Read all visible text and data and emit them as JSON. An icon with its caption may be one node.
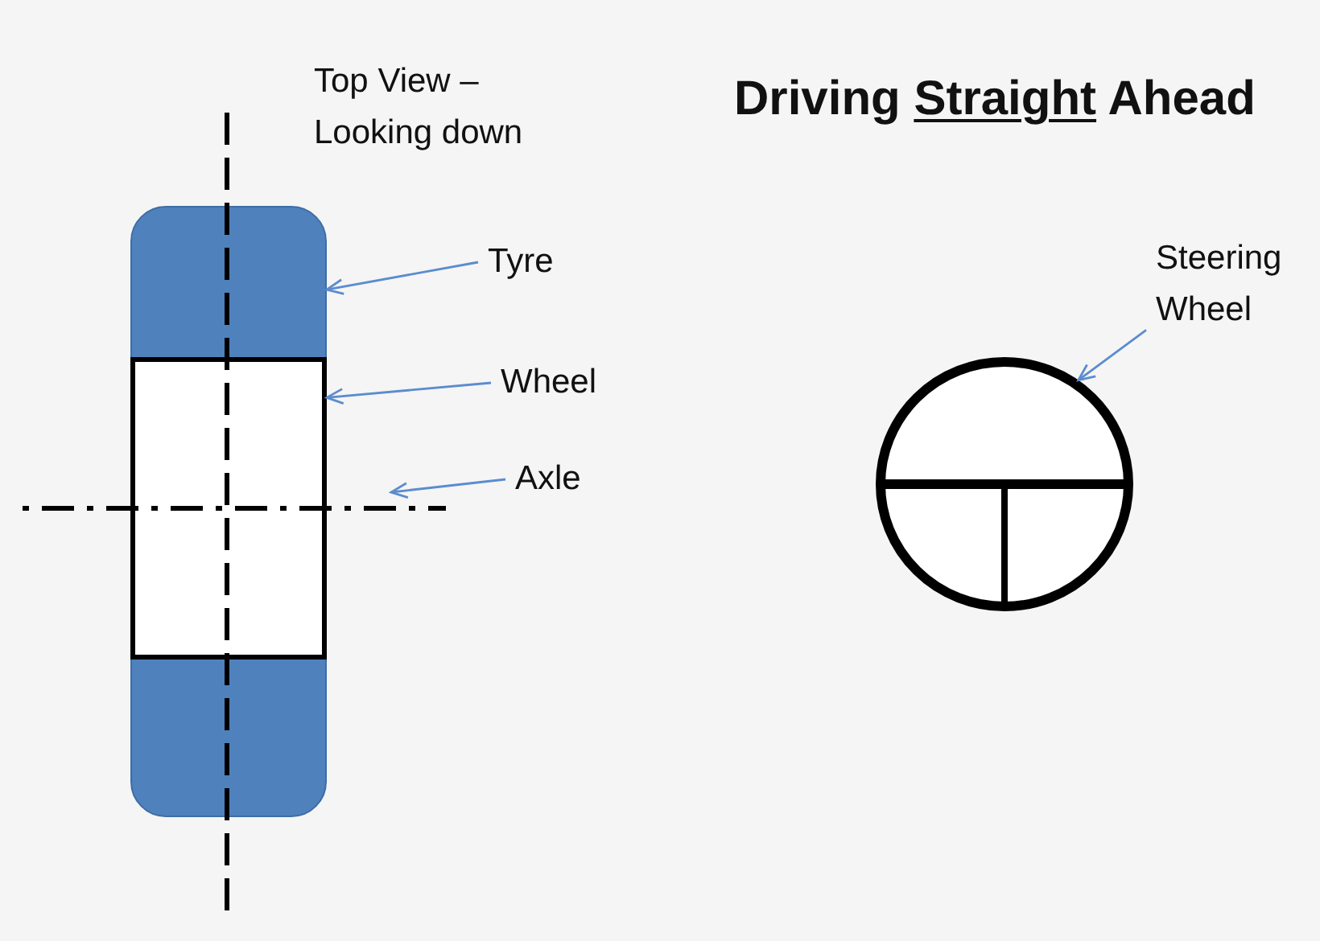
{
  "diagram": {
    "title": "Driving *Straight* Ahead",
    "nodes": [
      {
        "text": [],
        "shape": "box"
      },
      {
        "text": [],
        "shape": "box",
        "in": 0
      },
      {
        "text": [
          "Tyre"
        ]
      },
      {
        "text": [
          "Wheel"
        ]
      },
      {
        "text": [
          "Axle"
        ]
      },
      {
        "text": [
          "Steering Wheel"
        ]
      },
      {
        "text": [],
        "shape": "circle"
      }
    ],
    "edges": [
      {
        "from": 2,
        "to": 0,
        "arrow": "to"
      },
      {
        "from": 3,
        "to": 1,
        "arrow": "to"
      },
      {
        "from": 4,
        "to": null,
        "arrow": "to"
      },
      {
        "from": 5,
        "to": 6,
        "arrow": "to"
      }
    ],
    "labels": [
      "Top View – Looking down"
    ]
  }
}
